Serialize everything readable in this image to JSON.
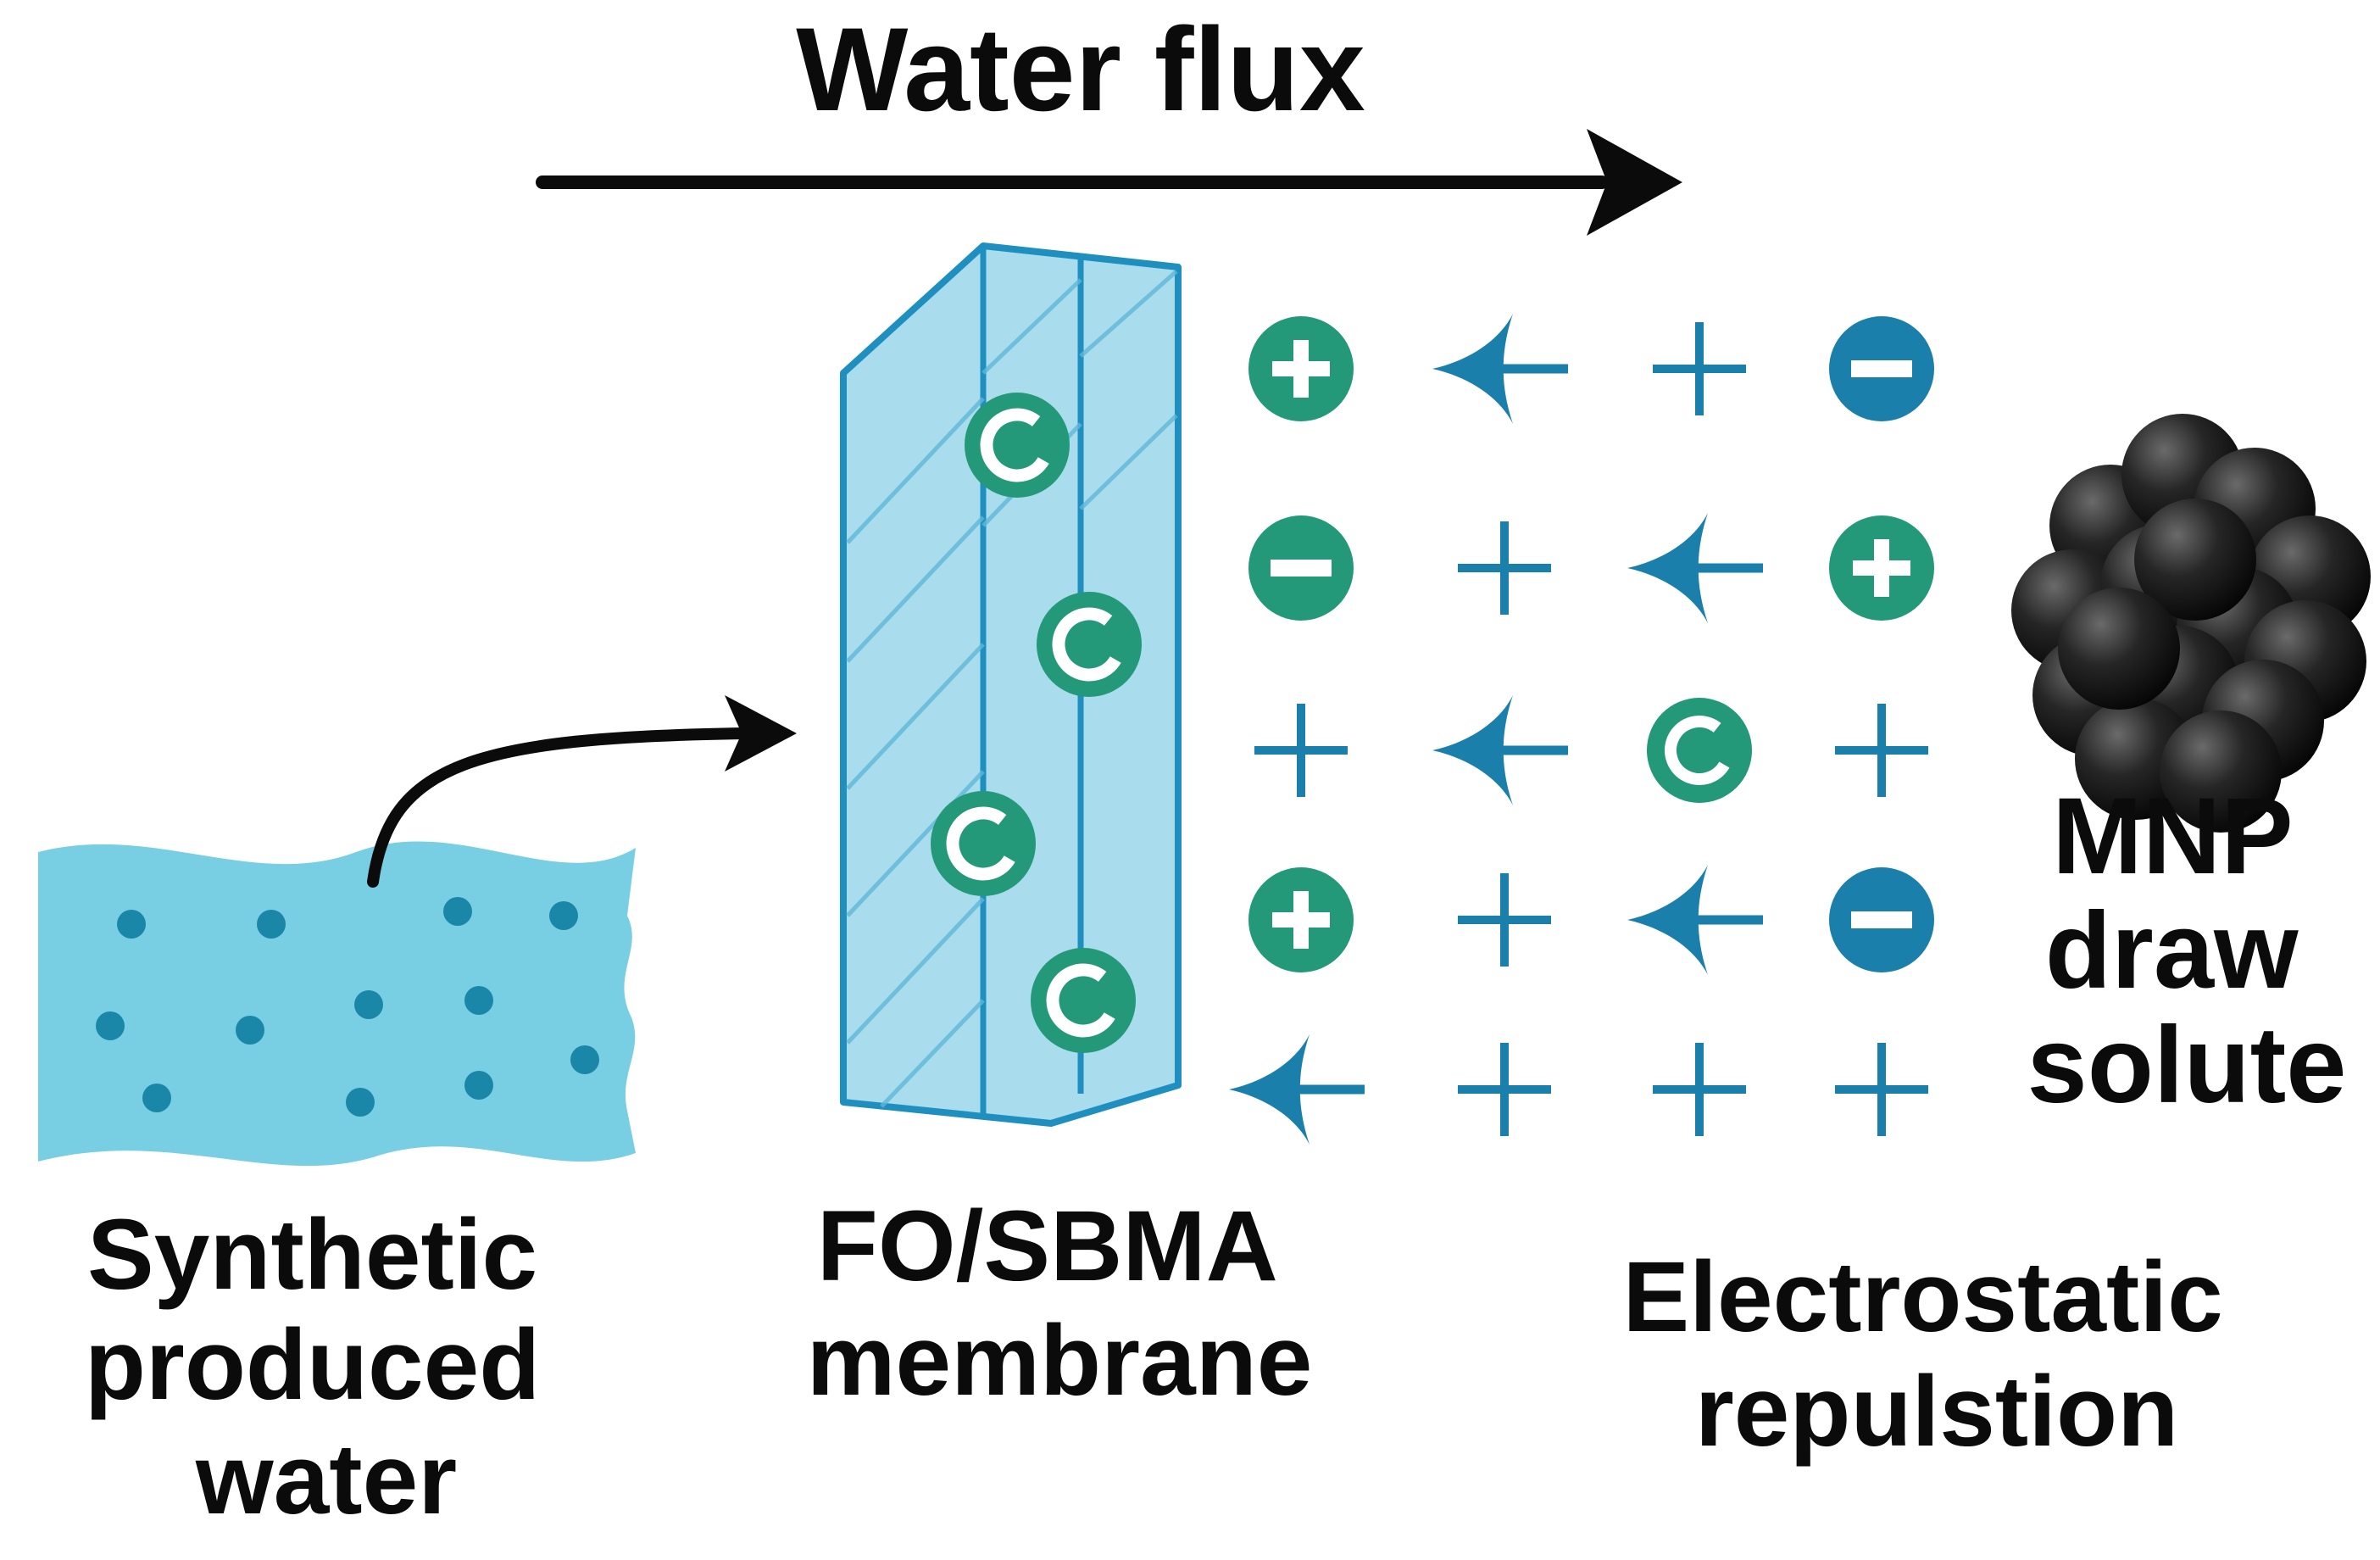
{
  "title": "Water flux",
  "labels": {
    "feed": [
      "Synthetic",
      "produced",
      "water"
    ],
    "membrane": [
      "FO/SBMA",
      "membrane"
    ],
    "draw": [
      "MNP",
      "draw",
      "solute"
    ],
    "repulsion": [
      "Electrostatic",
      "repulstion"
    ]
  },
  "membrane_charge_glyph": "C",
  "ion_grid": [
    [
      "pos-badge",
      "arrow-left",
      "plus",
      "neg-badge"
    ],
    [
      "neg-badge",
      "plus",
      "arrow-left",
      "pos-badge"
    ],
    [
      "plus",
      "arrow-left",
      "c-badge",
      "plus"
    ],
    [
      "pos-badge",
      "plus",
      "arrow-left",
      "neg-badge"
    ],
    [
      "arrow-left",
      "plus",
      "plus",
      "plus"
    ]
  ],
  "colors": {
    "water": "#78cfe4",
    "water_dot": "#1a86a8",
    "membrane_fill": "#a9dcec",
    "membrane_stroke": "#1f8fbf",
    "teal": "#23997a",
    "blue": "#1a7fab",
    "black": "#0b0b0b",
    "nanoparticle": "#1d1d1d"
  }
}
